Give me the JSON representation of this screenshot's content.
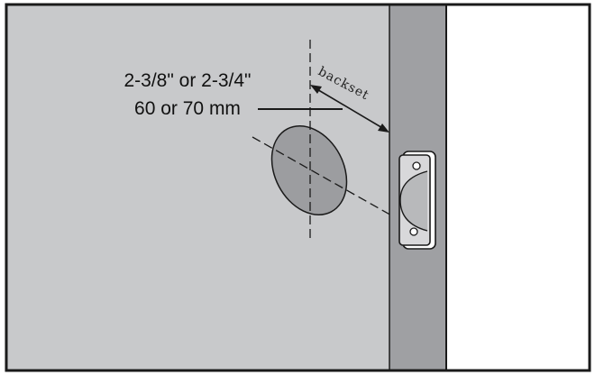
{
  "labels": {
    "size_inches": "2-3/8\" or 2-3/4\"",
    "size_mm": "60 or 70 mm",
    "backset": "backset"
  },
  "colors": {
    "door_face": "#c8c9cb",
    "door_edge": "#9fa0a3",
    "hole": "#9c9da0",
    "outline": "#1a1a1a",
    "background": "#ffffff"
  }
}
